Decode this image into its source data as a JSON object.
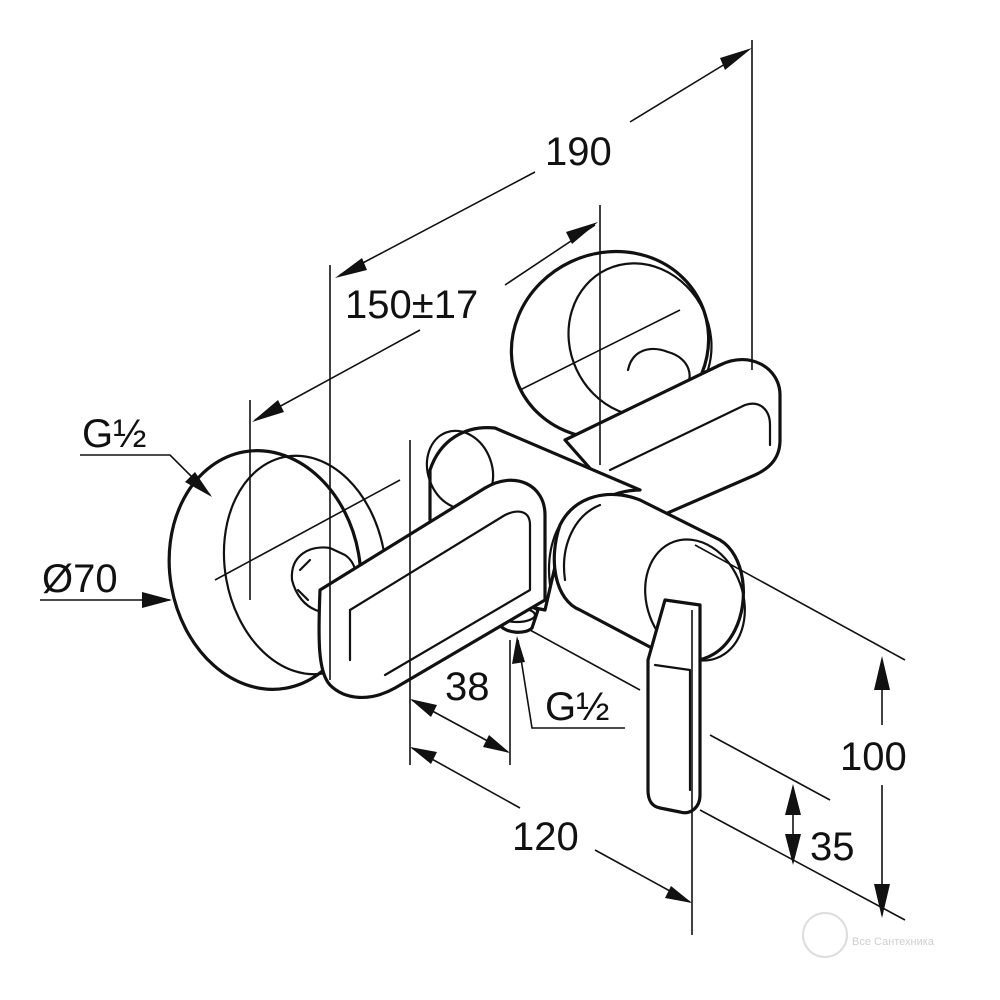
{
  "dimensions": {
    "overall_width": "190",
    "center_distance": "150±17",
    "inlet_thread": "G½",
    "rosette_diameter": "Ø70",
    "outlet_offset": "38",
    "outlet_thread": "G½",
    "depth": "120",
    "height": "100",
    "lever_offset": "35"
  },
  "watermark": "Все Сантехника"
}
